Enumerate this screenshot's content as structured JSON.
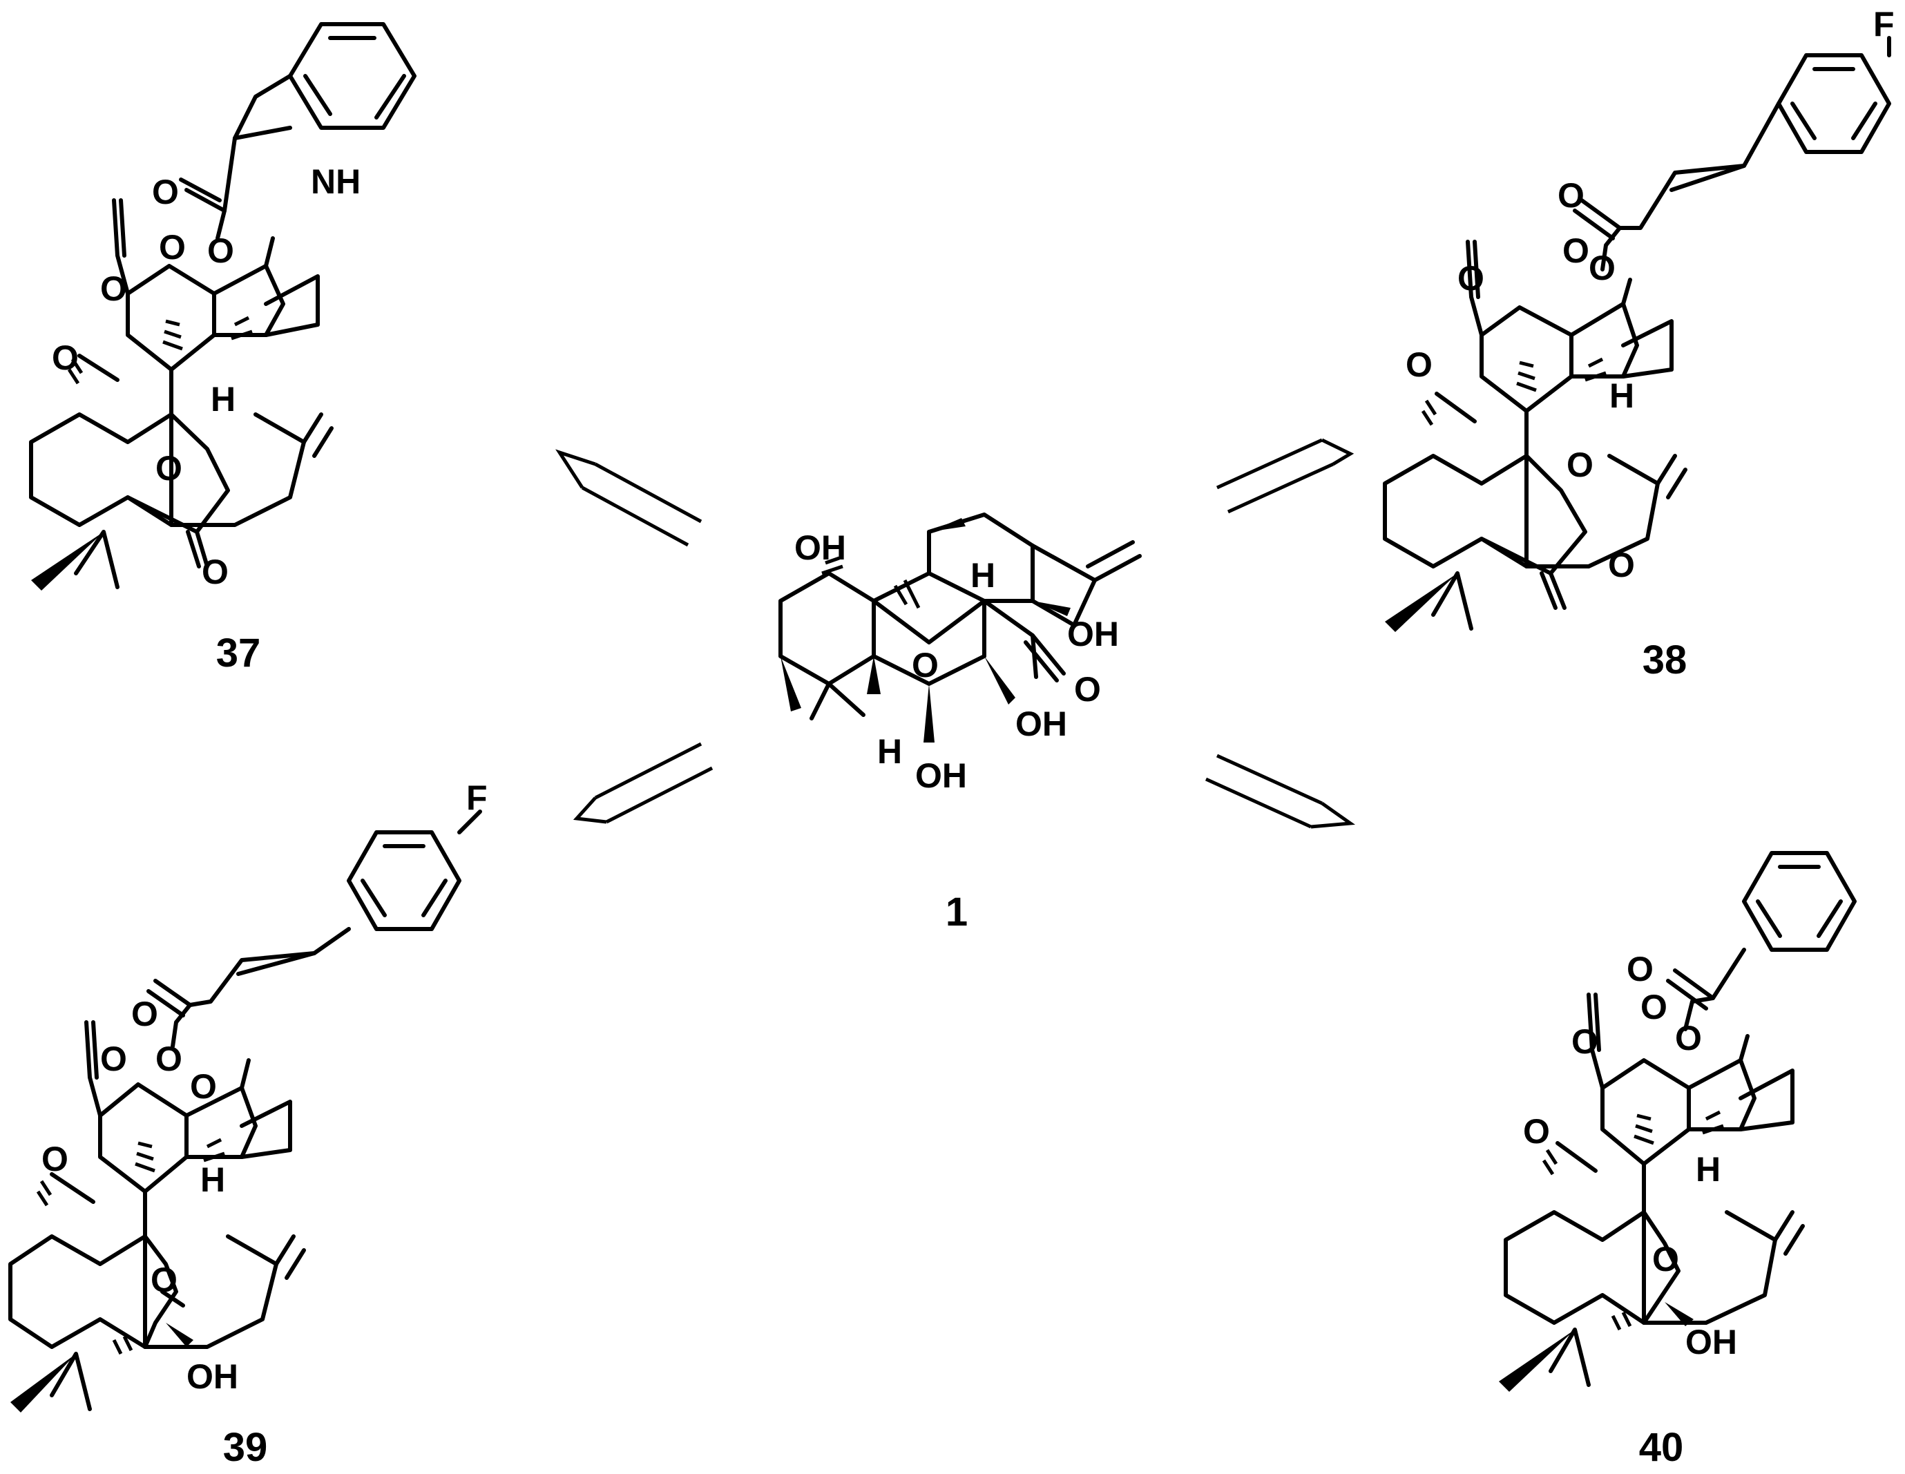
{
  "scheme": {
    "compounds": [
      {
        "id": "c1",
        "number": "1",
        "atoms": {
          "oh1": "OH",
          "oh2": "OH",
          "oh3": "OH",
          "oh4": "OH",
          "o_bridge": "O",
          "o_ketone": "O",
          "h1": "H",
          "h2": "H"
        }
      },
      {
        "id": "c37",
        "number": "37",
        "atoms": {
          "nh": "NH",
          "o1": "O",
          "o2": "O",
          "o3": "O",
          "o4": "O",
          "o5": "O",
          "o6": "O",
          "o7": "O",
          "h": "H"
        }
      },
      {
        "id": "c38",
        "number": "38",
        "atoms": {
          "f": "F",
          "o1": "O",
          "o2": "O",
          "o3": "O",
          "o4": "O",
          "o5": "O",
          "o6": "O",
          "o7": "O",
          "h": "H"
        }
      },
      {
        "id": "c39",
        "number": "39",
        "atoms": {
          "f": "F",
          "o1": "O",
          "o2": "O",
          "o3": "O",
          "o4": "O",
          "o5": "O",
          "o6": "O",
          "oh": "OH",
          "h": "H"
        }
      },
      {
        "id": "c40",
        "number": "40",
        "atoms": {
          "o1": "O",
          "o2": "O",
          "o3": "O",
          "o4": "O",
          "o5": "O",
          "o6": "O",
          "oh": "OH",
          "h": "H"
        }
      }
    ],
    "arrows": [
      {
        "from": "1",
        "to": "37"
      },
      {
        "from": "1",
        "to": "38"
      },
      {
        "from": "1",
        "to": "39"
      },
      {
        "from": "1",
        "to": "40"
      }
    ]
  }
}
